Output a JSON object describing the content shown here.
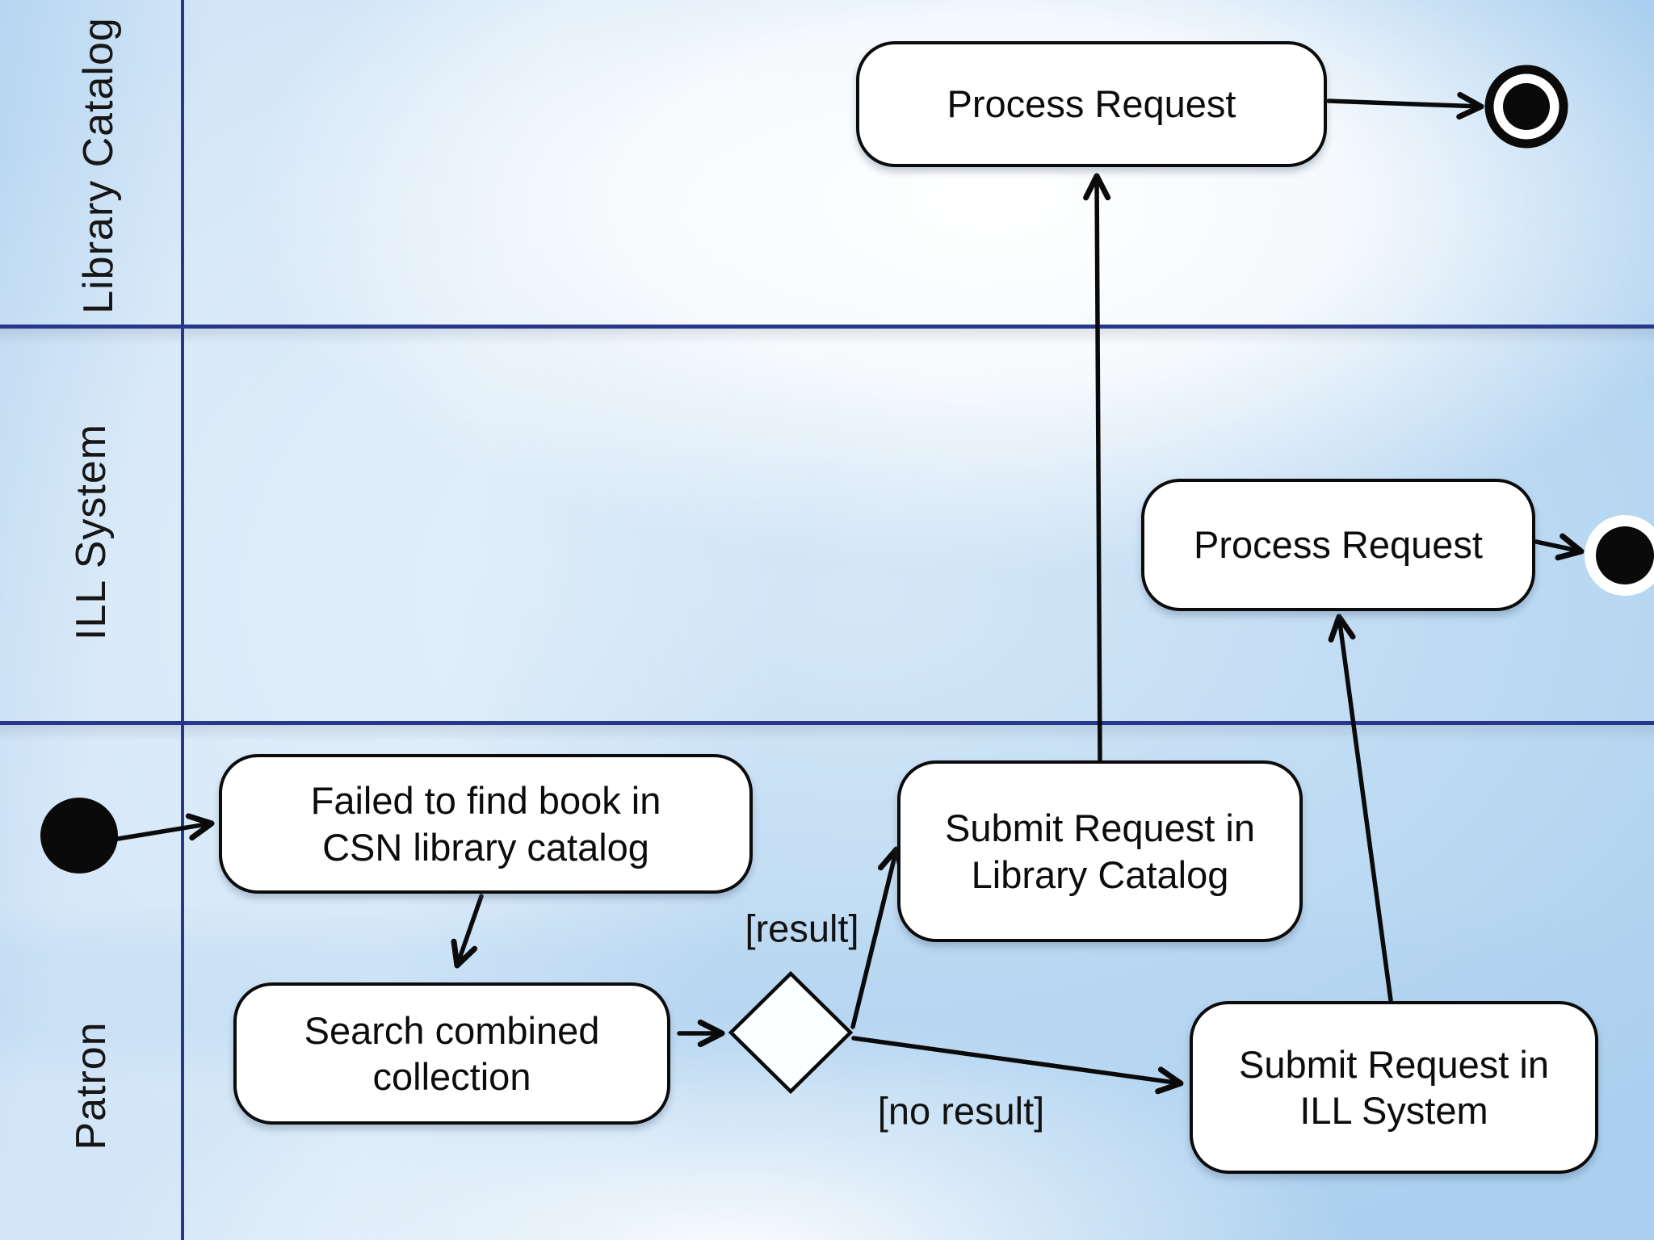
{
  "diagram": {
    "type": "uml-activity-swimlane",
    "lanes": [
      {
        "label": "Library Catalog"
      },
      {
        "label": "ILL System"
      },
      {
        "label": "Patron"
      }
    ],
    "nodes": {
      "process_request_library": {
        "label": "Process Request"
      },
      "process_request_ill": {
        "label": "Process Request"
      },
      "failed_to_find": {
        "line1": "Failed to find book in",
        "line2": "CSN library catalog"
      },
      "search_combined": {
        "line1": "Search combined",
        "line2": "collection"
      },
      "submit_request_library": {
        "line1": "Submit Request in",
        "line2": "Library Catalog"
      },
      "submit_request_ill": {
        "line1": "Submit Request in",
        "line2": "ILL System"
      }
    },
    "guards": {
      "result": "[result]",
      "no_result": "[no result]"
    },
    "colors": {
      "lane_divider": "#28378a",
      "node_border": "#0b0b0b",
      "node_fill": "#ffffff",
      "edge": "#0a0a0a",
      "background_blue": "#abd0ef"
    }
  }
}
